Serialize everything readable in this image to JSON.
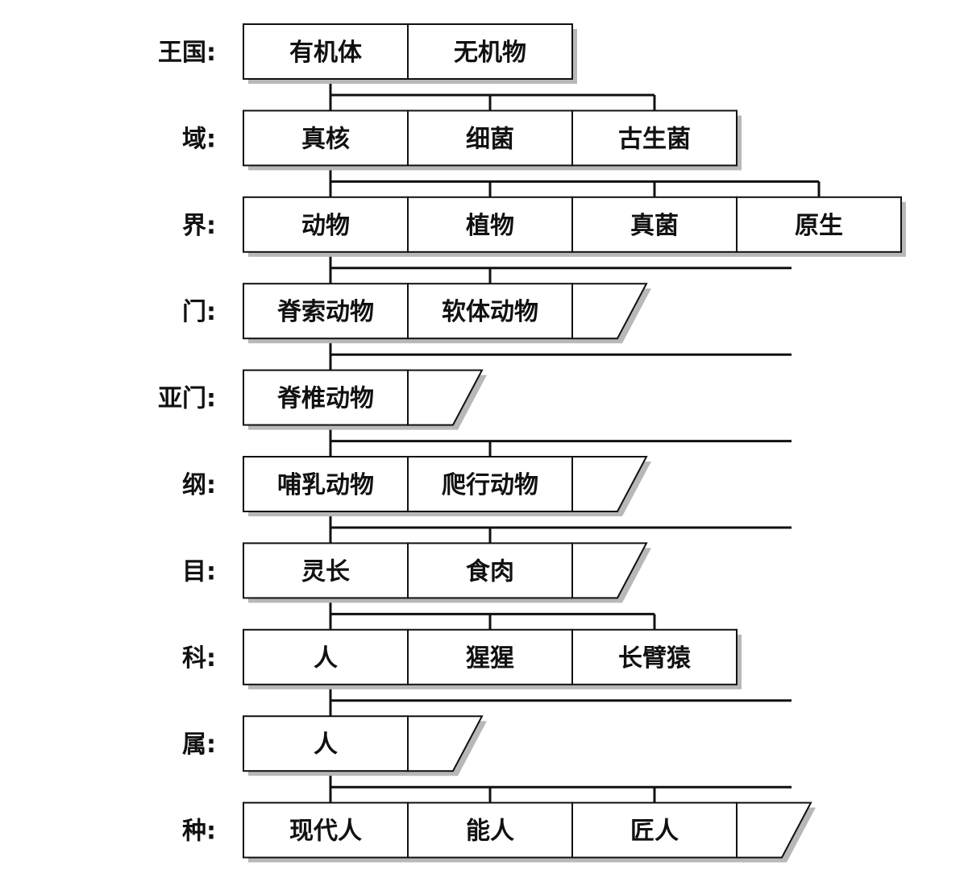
{
  "ranks": [
    {
      "label": "王国:",
      "taxa": [
        "有机体",
        "无机物"
      ],
      "open": false
    },
    {
      "label": "域:",
      "taxa": [
        "真核",
        "细菌",
        "古生菌"
      ],
      "open": false
    },
    {
      "label": "界:",
      "taxa": [
        "动物",
        "植物",
        "真菌",
        "原生"
      ],
      "open": false
    },
    {
      "label": "门:",
      "taxa": [
        "脊索动物",
        "软体动物"
      ],
      "open": true
    },
    {
      "label": "亚门:",
      "taxa": [
        "脊椎动物"
      ],
      "open": true
    },
    {
      "label": "纲:",
      "taxa": [
        "哺乳动物",
        "爬行动物"
      ],
      "open": true
    },
    {
      "label": "目:",
      "taxa": [
        "灵长",
        "食肉"
      ],
      "open": true
    },
    {
      "label": "科:",
      "taxa": [
        "人",
        "猩猩",
        "长臂猿"
      ],
      "open": false
    },
    {
      "label": "属:",
      "taxa": [
        "人"
      ],
      "open": true
    },
    {
      "label": "种:",
      "taxa": [
        "现代人",
        "能人",
        "匠人"
      ],
      "open": true
    }
  ],
  "colors": {
    "ink": "#111111",
    "shadow": "#b8b8b8",
    "background": "#ffffff"
  }
}
